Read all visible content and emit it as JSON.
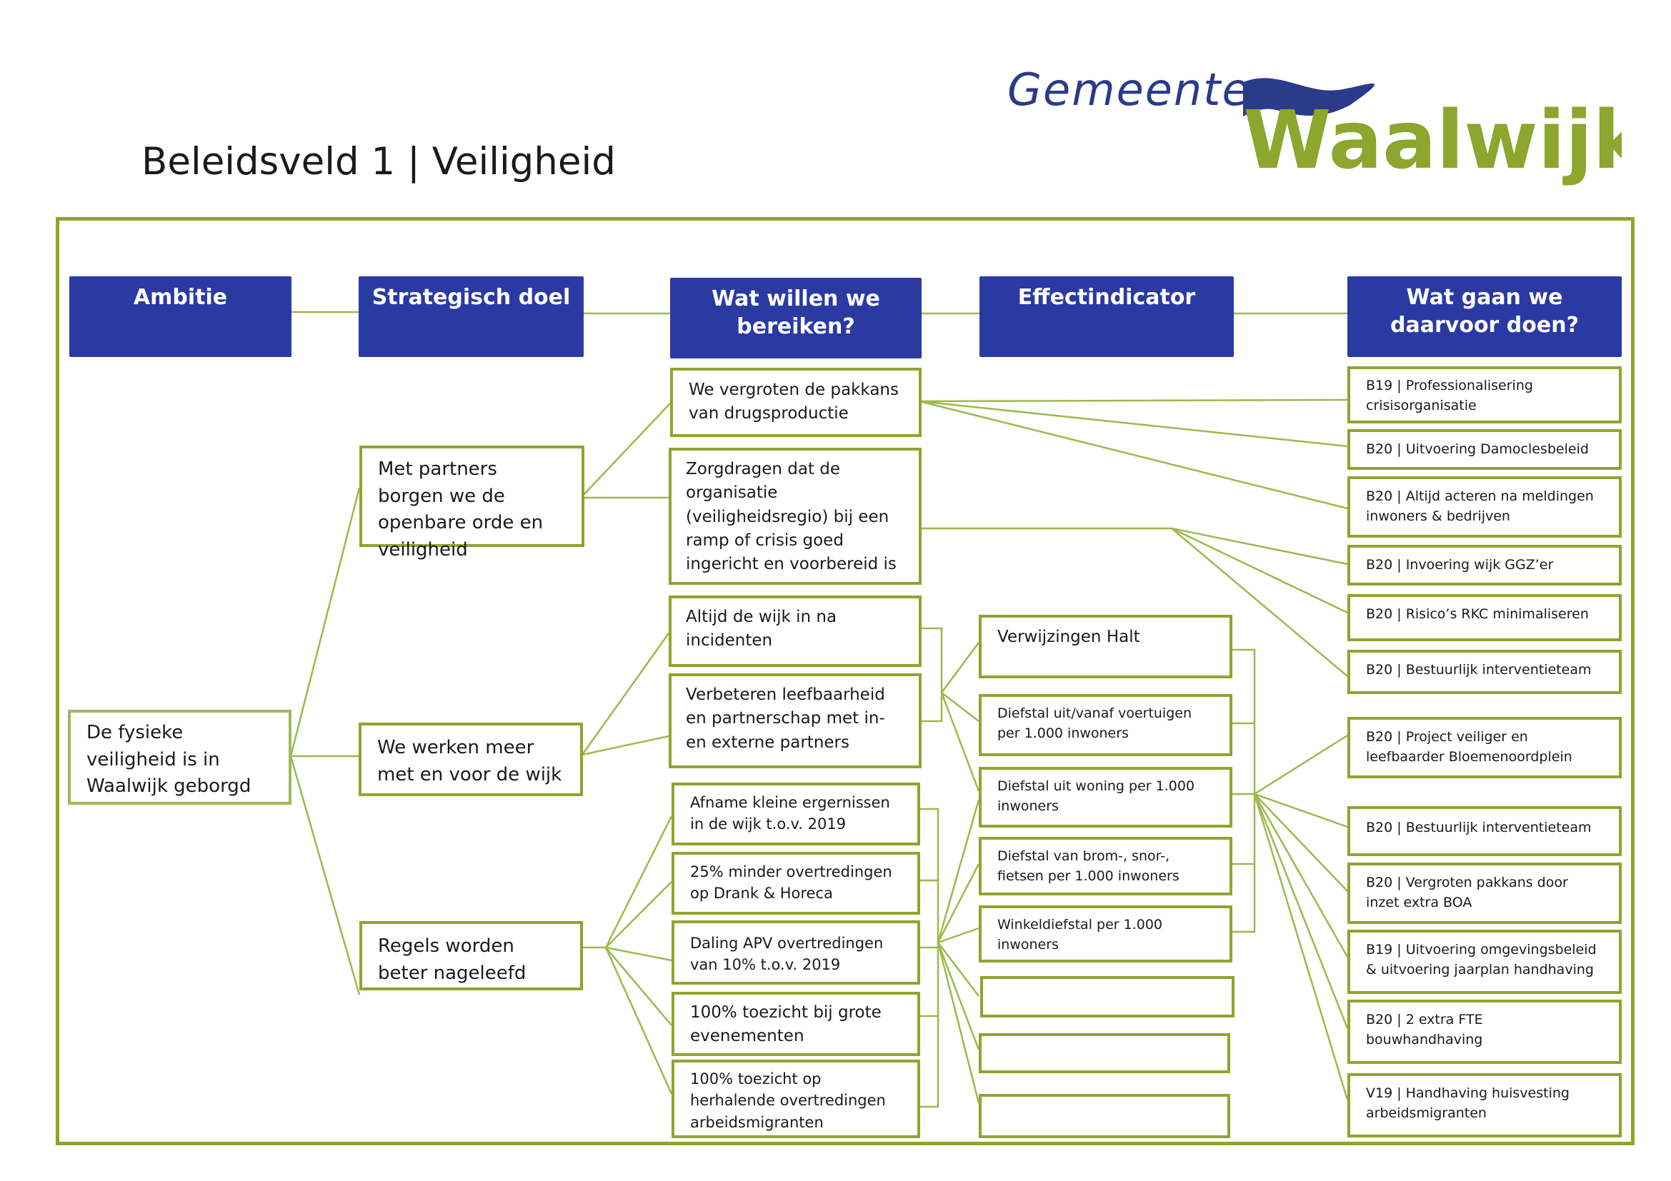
{
  "title": "Beleidsveld 1 | Veiligheid",
  "logo": {
    "line1": "Gemeente",
    "line2": "Waalwijk"
  },
  "colors": {
    "header_bg": "#2b3aa3",
    "box_border": "#8ea52e",
    "line": "#9fb84d",
    "logo_blue": "#2b3a8a",
    "logo_green": "#8ea52e"
  },
  "headers": {
    "ambitie": "Ambitie",
    "strategisch_doel": "Strategisch doel",
    "wat_willen": "Wat willen we bereiken?",
    "effectindicator": "Effectindicator",
    "wat_gaan": "Wat gaan we daarvoor doen?"
  },
  "ambitie": "De fysieke veiligheid is in Waalwijk geborgd",
  "doelen": [
    "Met partners borgen we de openbare orde en veiligheid",
    "We werken meer met en voor de wijk",
    "Regels worden beter nageleefd"
  ],
  "bereiken": [
    "We vergroten de pakkans van drugsproductie",
    "Zorgdragen dat de organisatie (veiligheidsregio) bij een ramp of crisis goed ingericht en voorbereid is",
    "Altijd de wijk in na incidenten",
    "Verbeteren leefbaarheid en partnerschap met in- en externe partners",
    "Afname kleine ergernissen in de wijk t.o.v. 2019",
    "25% minder overtredingen op Drank & Horeca",
    "Daling APV overtredingen van 10% t.o.v. 2019",
    "100% toezicht bij grote evenementen",
    "100% toezicht op herhalende overtredingen arbeidsmigranten"
  ],
  "indicatoren": [
    "Verwijzingen Halt",
    "Diefstal uit/vanaf voertuigen per 1.000 inwoners",
    "Diefstal uit woning per 1.000 inwoners",
    "Diefstal van brom-, snor-, fietsen per 1.000 inwoners",
    "Winkeldiefstal per 1.000 inwoners",
    "",
    "",
    ""
  ],
  "acties": [
    "B19 | Professionalisering crisisorganisatie",
    "B20 | Uitvoering Damoclesbeleid",
    "B20 | Altijd acteren na meldingen inwoners & bedrijven",
    "B20 | Invoering wijk GGZ’er",
    "B20 | Risico’s RKC minimaliseren",
    "B20 | Bestuurlijk interventieteam",
    "B20 | Project veiliger en leefbaarder Bloemenoordplein",
    "B20 | Bestuurlijk interventieteam",
    "B20 | Vergroten pakkans door inzet extra BOA",
    "B19 | Uitvoering omgevingsbeleid & uitvoering jaarplan handhaving",
    "B20 | 2 extra FTE bouwhandhaving",
    "V19 | Handhaving huisvesting arbeidsmigranten"
  ]
}
